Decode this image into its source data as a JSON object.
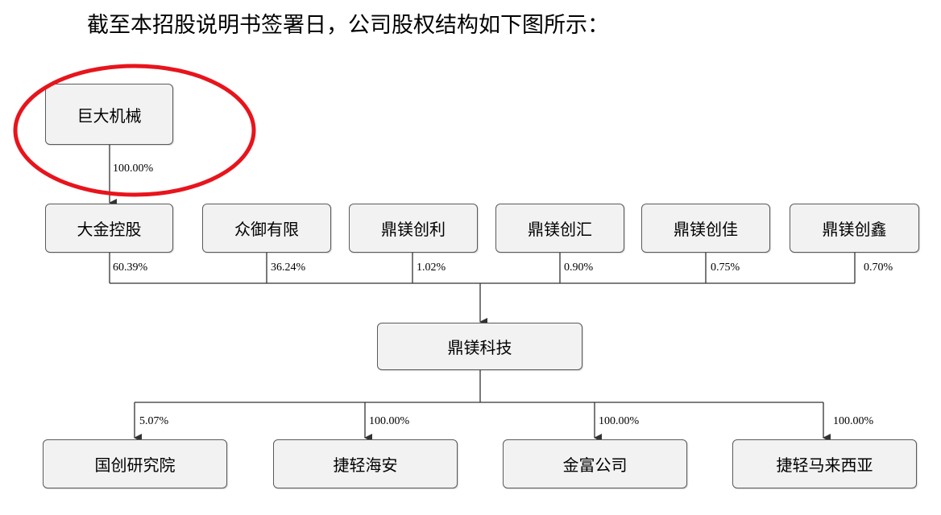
{
  "intro_text": "截至本招股说明书签署日，公司股权结构如下图所示：",
  "nodes": {
    "giant": "巨大机械",
    "dajin": "大金控股",
    "zhongyu": "众御有限",
    "dmcl": "鼎镁创利",
    "dmch": "鼎镁创汇",
    "dmcj": "鼎镁创佳",
    "dmcx": "鼎镁创鑫",
    "company": "鼎镁科技",
    "gcyjy": "国创研究院",
    "jqha": "捷轻海安",
    "jfgs": "金富公司",
    "jqmlxy": "捷轻马来西亚"
  },
  "percentages": {
    "giant_to_dajin": "100.00%",
    "dajin": "60.39%",
    "zhongyu": "36.24%",
    "dmcl": "1.02%",
    "dmch": "0.90%",
    "dmcj": "0.75%",
    "dmcx": "0.70%",
    "to_gcyjy": "5.07%",
    "to_jqha": "100.00%",
    "to_jfgs": "100.00%",
    "to_jqmlxy": "100.00%"
  },
  "colors": {
    "highlight_oval": "#e8141c",
    "node_fill": "#f2f2f2",
    "node_border": "#5a5a5a",
    "line": "#333333"
  }
}
